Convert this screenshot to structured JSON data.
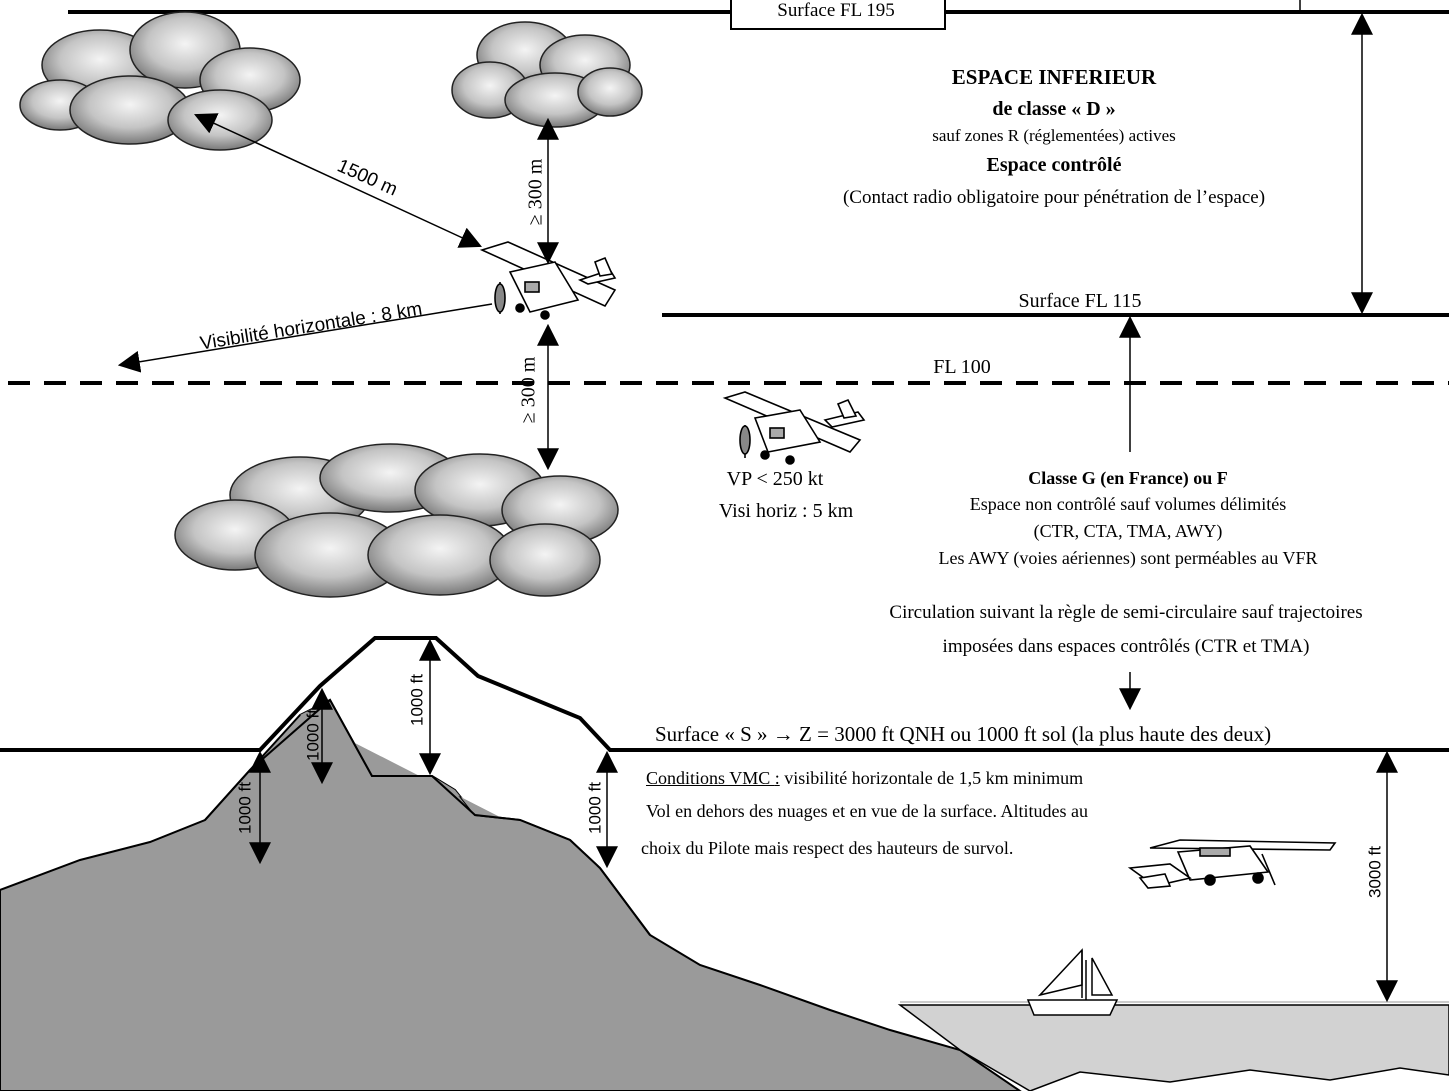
{
  "levels": {
    "fl195": "Surface FL 195",
    "fl115": "Surface FL 115",
    "fl100": "FL 100",
    "surface_s": "Surface « S » → Z = 3000 ft QNH ou 1000 ft sol (la plus haute des deux)"
  },
  "upper_space": {
    "title": "ESPACE INFERIEUR",
    "class": "de classe « D »",
    "exception": "sauf zones R (réglementées) actives",
    "controlled": "Espace contrôlé",
    "radio": "(Contact radio obligatoire pour pénétration de l’espace)"
  },
  "distances": {
    "horizontal_cloud": "1500 m",
    "vertical_above": "≥ 300 m",
    "vertical_below": "≥ 300 m",
    "visibility": "Visibilité horizontale : 8 km"
  },
  "lower_aircraft": {
    "speed": "VP < 250 kt",
    "visibility": "Visi horiz : 5 km"
  },
  "class_g": {
    "title": "Classe G (en France) ou F",
    "line1": "Espace non contrôlé sauf volumes délimités",
    "line2": "(CTR, CTA, TMA, AWY)",
    "line3": "Les AWY (voies aériennes) sont perméables au VFR"
  },
  "circulation": {
    "line1": "Circulation suivant la règle de semi-circulaire sauf trajectoires",
    "line2": "imposées dans espaces contrôlés (CTR et TMA)"
  },
  "vmc": {
    "label": "Conditions VMC ",
    "colon": ":",
    "line1": " visibilité horizontale de 1,5 km minimum",
    "line2": "Vol en dehors des nuages et en vue de la surface. Altitudes au",
    "line3": "choix du Pilote mais respect des hauteurs de survol."
  },
  "heights": {
    "left": "1000 ft",
    "mid_left": "1000 ft",
    "peak": "1000 ft",
    "right": "1000 ft",
    "sea": "3000 ft"
  },
  "colors": {
    "terrain": "#9a9a9a",
    "sea": "#d2d2d2",
    "cloud_dark": "#6d6d6d",
    "cloud_light": "#f4f4f4"
  }
}
